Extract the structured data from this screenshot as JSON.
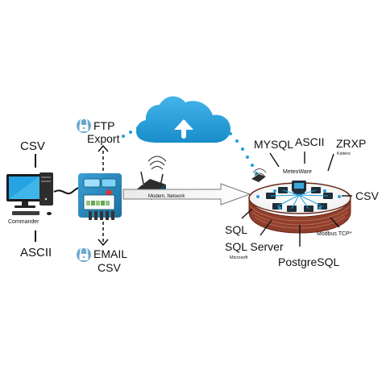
{
  "labels": {
    "csv_left": "CSV",
    "commander": "Commander",
    "ascii_left": "ASCII",
    "ftp_line1": "FTP",
    "ftp_line2": "Export",
    "email_line1": "EMAIL",
    "email_line2": "CSV",
    "link": "Modem, Network",
    "meteoware": "MeteoWare",
    "mysql": "MYSQL",
    "ascii_right": "ASCII",
    "zrxp": "ZRXP",
    "kisters": "Kisters",
    "csv_right": "CSV",
    "sql": "SQL",
    "sql_server": "SQL Server",
    "microsoft": "Microsoft",
    "postgresql": "PostgreSQL",
    "modbus": "Modbus TCP*"
  },
  "icons": {
    "lock": "lock-icon",
    "cloud": "cloud-upload-icon",
    "router": "wireless-router-icon",
    "computer": "desktop-computer-icon",
    "logger": "data-logger-icon",
    "server_ring": "server-ring-icon"
  },
  "colors": {
    "accent_blue": "#1f9fd8",
    "lock_blue": "#6ea8cf",
    "ring_brown": "#8f3f2c",
    "line_black": "#111111"
  }
}
